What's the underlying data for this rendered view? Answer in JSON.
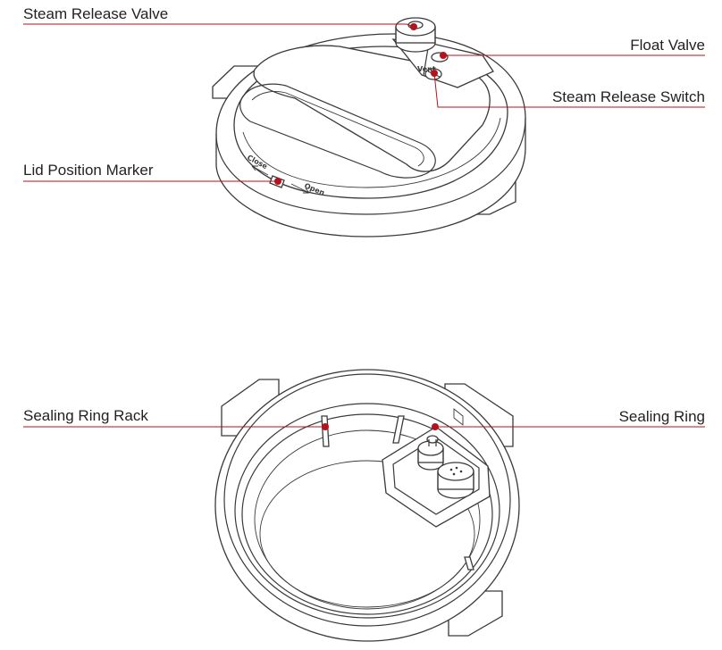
{
  "colors": {
    "accent": "#b5121b",
    "outline": "#3a3a3a",
    "text": "#231f20"
  },
  "top_view": {
    "labels": {
      "steam_release_valve": "Steam Release Valve",
      "float_valve": "Float Valve",
      "steam_release_switch": "Steam Release Switch",
      "lid_position_marker": "Lid Position Marker"
    },
    "lid_markings": {
      "close": "Close",
      "open": "Open"
    }
  },
  "bottom_view": {
    "labels": {
      "sealing_ring_rack": "Sealing Ring Rack",
      "sealing_ring": "Sealing Ring"
    }
  }
}
